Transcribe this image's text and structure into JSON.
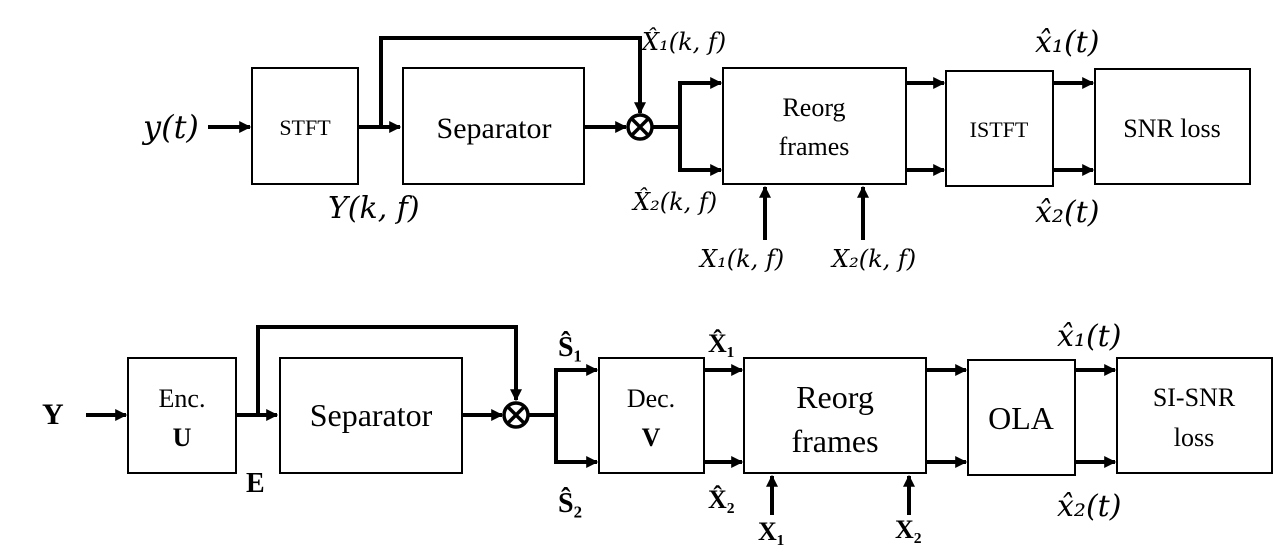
{
  "top": {
    "input": "y(t)",
    "stft": "STFT",
    "separator": "Separator",
    "mask_top_label": "X̂₁(k, f)",
    "mask_bottom_label": "X̂₂(k, f)",
    "spectrum_label": "Y(k, f)",
    "reorg_line1": "Reorg",
    "reorg_line2": "frames",
    "ref1": "X₁(k, f)",
    "ref2": "X₂(k, f)",
    "istft": "ISTFT",
    "loss": "SNR loss",
    "out1": "x̂₁(t)",
    "out2": "x̂₂(t)"
  },
  "bottom": {
    "input": "Y",
    "enc_line1": "Enc.",
    "enc_line2": "U",
    "embed_label": "E",
    "separator": "Separator",
    "s1": "Ŝ₁",
    "s2": "Ŝ₂",
    "dec_line1": "Dec.",
    "dec_line2": "V",
    "x1hat": "X̂₁",
    "x2hat": "X̂₂",
    "reorg_line1": "Reorg",
    "reorg_line2": "frames",
    "ref1": "X₁",
    "ref2": "X₂",
    "ola": "OLA",
    "loss_line1": "SI-SNR",
    "loss_line2": "loss",
    "out1": "x̂₁(t)",
    "out2": "x̂₂(t)"
  }
}
